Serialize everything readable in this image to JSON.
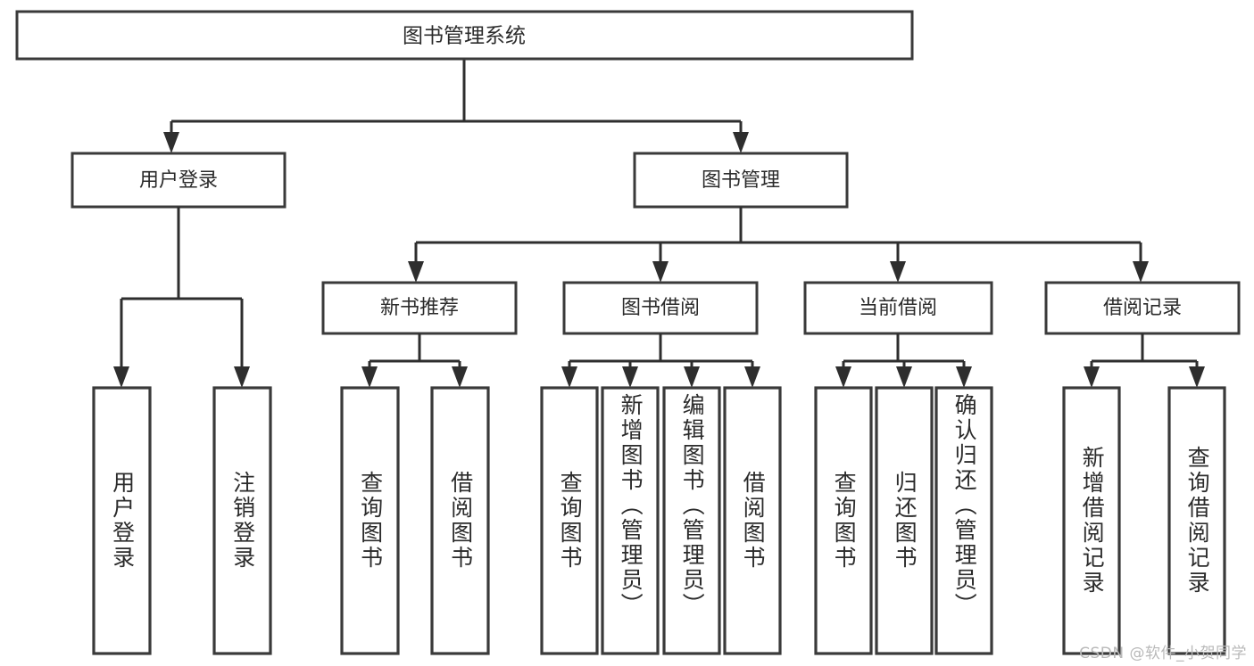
{
  "diagram": {
    "title": "图书管理系统",
    "type": "功能结构图",
    "background_color": "#ffffff",
    "box_stroke_color": "#3a3a3a",
    "connector_color": "#2e2e2e",
    "text_color": "#2b2b2b"
  },
  "root": {
    "label": "图书管理系统"
  },
  "level1": [
    {
      "id": "user-login",
      "label": "用户登录"
    },
    {
      "id": "book-manage",
      "label": "图书管理"
    }
  ],
  "level2": [
    {
      "id": "new-book-recommend",
      "label": "新书推荐"
    },
    {
      "id": "book-borrow",
      "label": "图书借阅"
    },
    {
      "id": "current-borrow",
      "label": "当前借阅"
    },
    {
      "id": "borrow-record",
      "label": "借阅记录"
    }
  ],
  "leaves": {
    "user_login": [
      {
        "id": "leaf-user-login",
        "label": "用户登录"
      },
      {
        "id": "leaf-logout-login",
        "label": "注销登录"
      }
    ],
    "new_book_recommend": [
      {
        "id": "leaf-query-book-1",
        "label": "查询图书"
      },
      {
        "id": "leaf-borrow-book-1",
        "label": "借阅图书"
      }
    ],
    "book_borrow": [
      {
        "id": "leaf-query-book-2",
        "label": "查询图书"
      },
      {
        "id": "leaf-add-book",
        "label": "新增图书（管理员）"
      },
      {
        "id": "leaf-edit-book",
        "label": "编辑图书（管理员）"
      },
      {
        "id": "leaf-borrow-book-2",
        "label": "借阅图书"
      }
    ],
    "current_borrow": [
      {
        "id": "leaf-query-book-3",
        "label": "查询图书"
      },
      {
        "id": "leaf-return-book",
        "label": "归还图书"
      },
      {
        "id": "leaf-confirm-return",
        "label": "确认归还（管理员）"
      }
    ],
    "borrow_record": [
      {
        "id": "leaf-add-borrow-record",
        "label": "新增借阅记录"
      },
      {
        "id": "leaf-query-borrow-record",
        "label": "查询借阅记录"
      }
    ]
  },
  "watermark": {
    "text": "CSDN @软件_小贺同学"
  }
}
